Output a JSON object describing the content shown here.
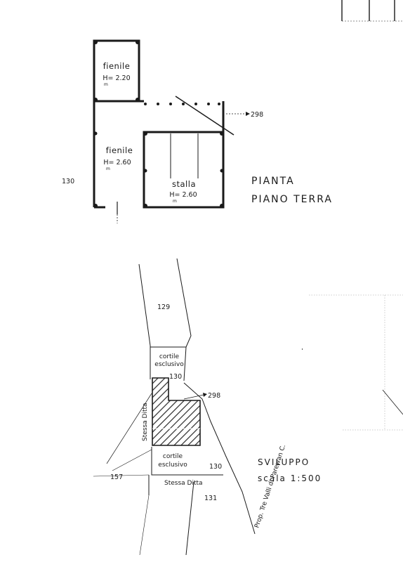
{
  "plan": {
    "title_line1": "PIANTA",
    "title_line2": "PIANO TERRA",
    "rooms": [
      {
        "name": "fienile",
        "height_label": "H= 2.20"
      },
      {
        "name": "fienile",
        "height_label": "H= 2.60"
      },
      {
        "name": "stalla",
        "height_label": "H= 2.60"
      }
    ],
    "height_subscript": "m",
    "parcel_left": "130",
    "parcel_arrow": "298"
  },
  "site": {
    "title_line1": "SVILUPPO",
    "title_line2": "scala  1:500",
    "parcels": [
      "129",
      "130",
      "130",
      "157",
      "131"
    ],
    "arrow_label": "298",
    "court_top_line1": "cortile",
    "court_top_line2": "esclusivo",
    "court_bottom_line1": "cortile",
    "court_bottom_line2": "esclusivo",
    "owner_vertical": "Stessa  Ditta",
    "owner_bottom": "Stessa  Ditta",
    "road_label": "Prop. Tre Valli di Parewan C."
  },
  "colors": {
    "ink": "#1a1a1a",
    "paper": "#ffffff",
    "hatch": "#2a2a2a"
  }
}
